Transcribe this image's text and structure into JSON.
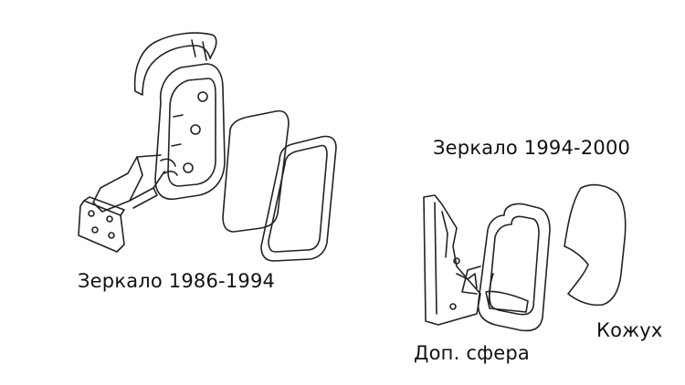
{
  "labels": {
    "mirror_old": "Зеркало 1986-1994",
    "mirror_new": "Зеркало 1994-2000",
    "extra_sphere": "Доп. сфера",
    "cover": "Кожух"
  },
  "colors": {
    "background": "#ffffff",
    "line": "#222222",
    "text": "#111111"
  },
  "icons": [
    "mirror-1986-1994-drawing",
    "mirror-1994-2000-drawing",
    "mirror-cover-drawing"
  ]
}
